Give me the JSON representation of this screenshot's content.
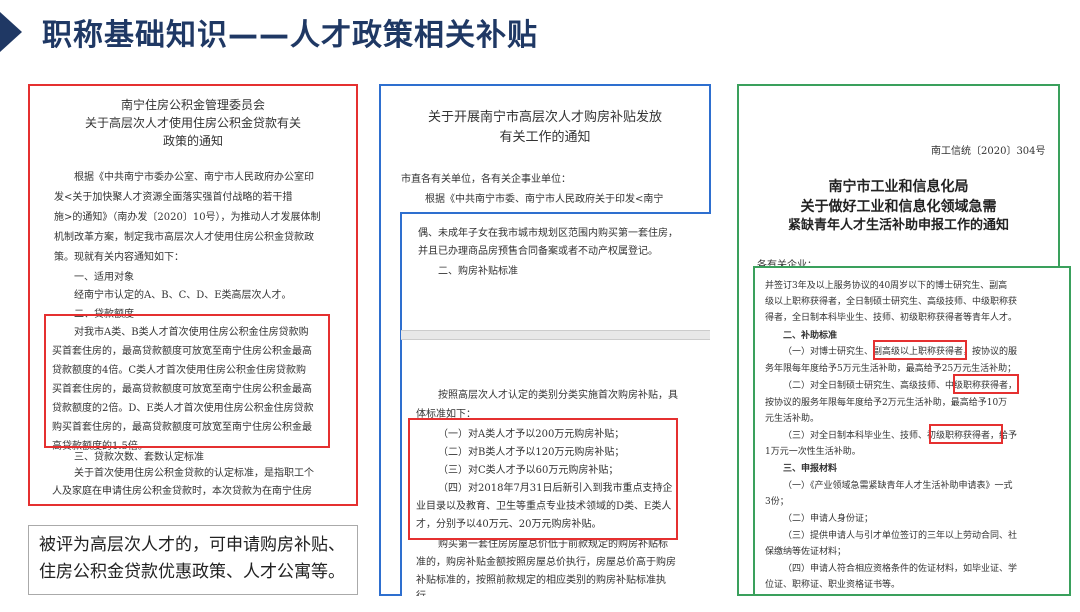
{
  "header": {
    "title": "职称基础知识——人才政策相关补贴"
  },
  "doc1": {
    "title": [
      "南宁住房公积金管理委员会",
      "关于高层次人才使用住房公积金贷款有关",
      "政策的通知"
    ],
    "lines": [
      "根据《中共南宁市委办公室、南宁市人民政府办公室印",
      "发<关于加快聚人才资源全面落实强首付战略的若干措",
      "施>的通知》（南办发〔2020〕10号），为推动人才发展体制",
      "机制改革方案，制定我市高层次人才使用住房公积金贷款政",
      "策。现就有关内容通知如下：",
      "一、适用对象",
      "经南宁市认定的A、B、C、D、E类高层次人才。",
      "二、贷款额度",
      "对我市A类、B类人才首次使用住房公积金住房贷款购",
      "买首套住房的，最高贷款额度可放宽至南宁住房公积金最高",
      "贷款额度的4倍。C类人才首次使用住房公积金住房贷款购",
      "买首套住房的，最高贷款额度可放宽至南宁住房公积金最高",
      "贷款额度的2倍。D、E类人才首次使用住房公积金住房贷款",
      "购买首套住房的，最高贷款额度可放宽至南宁住房公积金最",
      "高贷款额度的1.5倍。",
      "三、贷款次数、套数认定标准",
      "关于首次使用住房公积金贷款的认定标准，是指职工个",
      "人及家庭在申请住房公积金贷款时，本次贷款为在南宁住房"
    ]
  },
  "doc2": {
    "title": [
      "关于开展南宁市高层次人才购房补贴发放",
      "有关工作的通知"
    ],
    "top_lines": [
      "市直各有关单位，各有关企事业单位：",
      "根据《中共南宁市委、南宁市人民政府关于印发<南宁"
    ],
    "mid_lines": [
      "偶、未成年子女在我市城市规划区范围内购买第一套住房，",
      "并且已办理商品房预售合同备案或者不动产权属登记。",
      "二、购房补贴标准"
    ],
    "bottom_lines": [
      "按照高层次人才认定的类别分类实施首次购房补贴，具",
      "体标准如下：",
      "（一）对A类人才予以200万元购房补贴；",
      "（二）对B类人才予以120万元购房补贴；",
      "（三）对C类人才予以60万元购房补贴；",
      "（四）对2018年7月31日后新引入到我市重点支持企",
      "业目录以及教育、卫生等重点专业技术领域的D类、E类人",
      "才，分别予以40万元、20万元购房补贴。",
      "购买第一套住房房屋总价低于前款规定的购房补贴标",
      "准的，购房补贴金额按照房屋总价执行，房屋总价高于购房",
      "补贴标准的，按照前款规定的相应类别的购房补贴标准执",
      "行。"
    ]
  },
  "doc3": {
    "docno": "南工信统〔2020〕304号",
    "title": [
      "南宁市工业和信息化局",
      "关于做好工业和信息化领域急需",
      "紧缺青年人才生活补助申报工作的通知"
    ],
    "salutation": "各有关企业：",
    "lines": [
      "并签订3年及以上服务协议的40周岁以下的博士研究生、副高",
      "级以上职称获得者，全日制硕士研究生、高级技师、中级职称获",
      "得者，全日制本科毕业生、技师、初级职称获得者等青年人才。",
      "二、补助标准",
      "（一）对博士研究生、副高级以上职称获得者，按协议的服",
      "务年限每年度给予5万元生活补助，最高给予25万元生活补助；",
      "（二）对全日制硕士研究生、高级技师、中级职称获得者，",
      "按协议的服务年限每年度给予2万元生活补助，最高给予10万",
      "元生活补助。",
      "（三）对全日制本科毕业生、技师、初级职称获得者，给予",
      "1万元一次性生活补助。",
      "三、申报材料",
      "（一）《产业领域急需紧缺青年人才生活补助申请表》一式",
      "3份；",
      "（二）申请人身份证；",
      "（三）提供申请人与引才单位签订的三年以上劳动合同、社",
      "保缴纳等佐证材料；",
      "（四）申请人符合相应资格条件的佐证材料，如毕业证、学",
      "位证、职称证、职业资格证书等。"
    ]
  },
  "summary": {
    "line1": "被评为高层次人才的，可申请购房补贴、",
    "line2": "住房公积金贷款优惠政策、人才公寓等。"
  },
  "colors": {
    "red": "#e53030",
    "blue": "#2e6fcf",
    "green": "#3aa05c",
    "navy": "#1f3864"
  }
}
